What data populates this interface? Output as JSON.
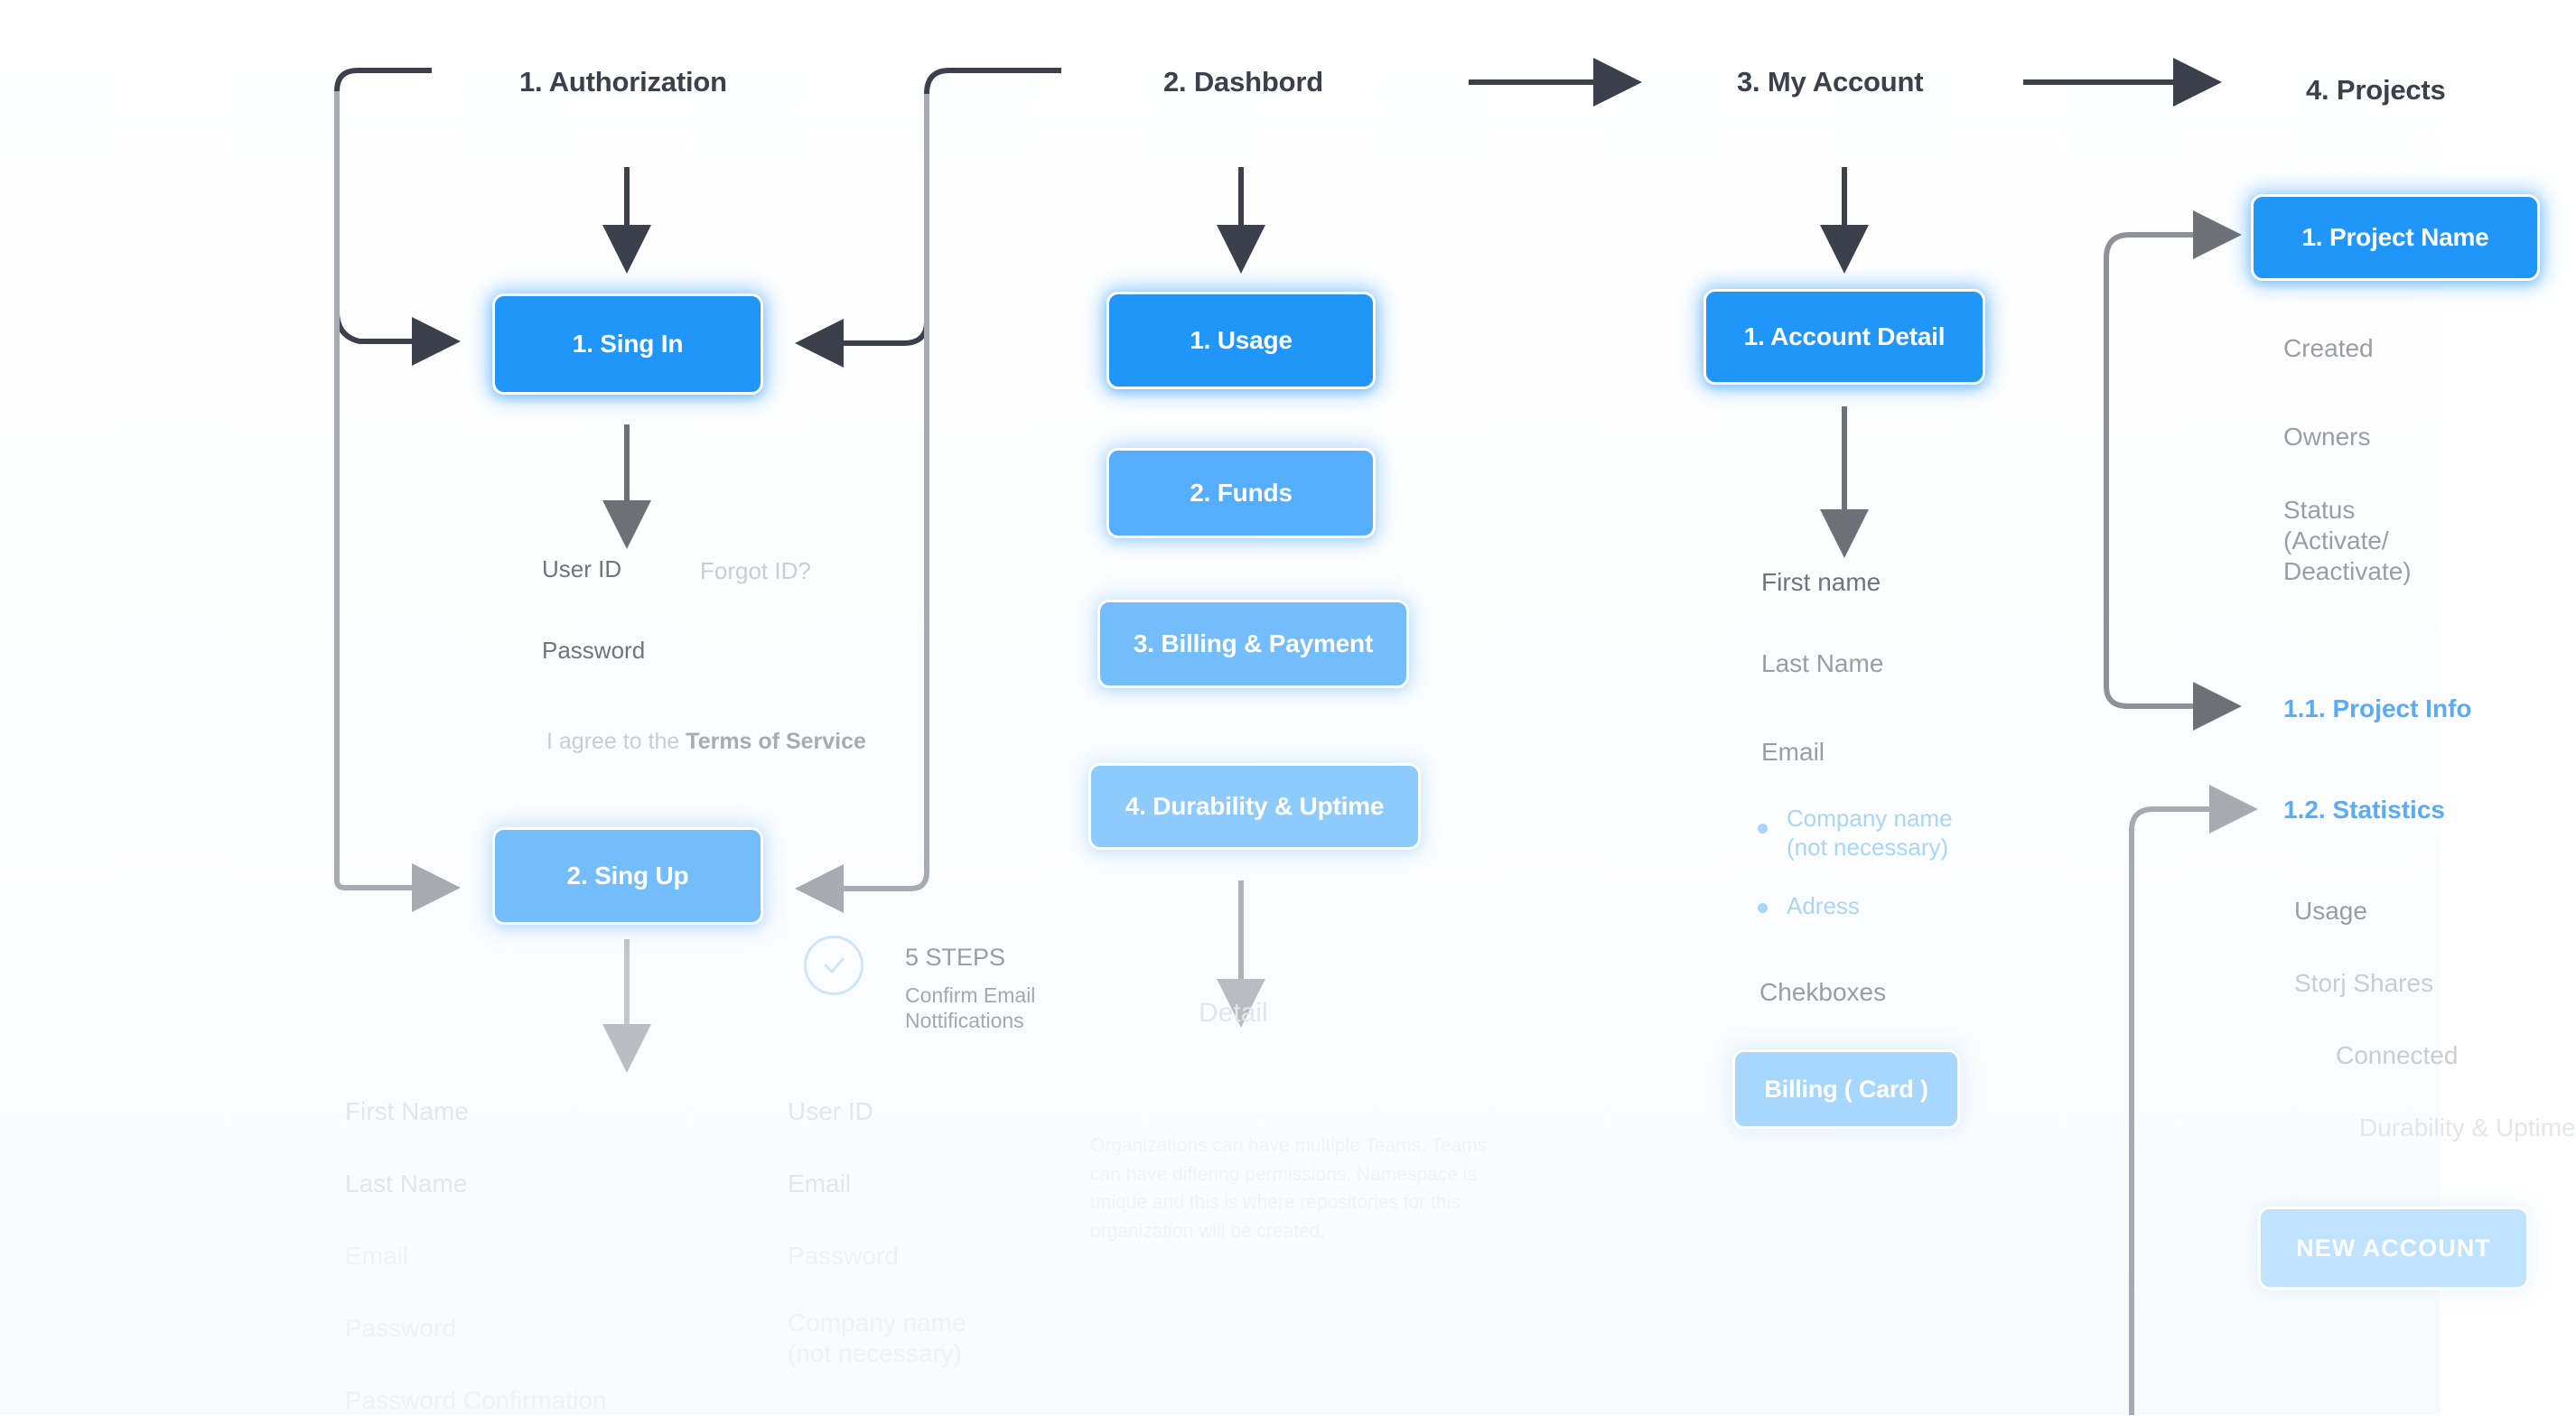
{
  "columns": [
    {
      "id": "authorization",
      "title": "1. Authorization",
      "nodes": [
        {
          "label": "1. Sing In"
        },
        {
          "label": "2. Sing Up"
        }
      ],
      "signin_fields": [
        {
          "label": "User ID"
        },
        {
          "label": "Password"
        }
      ],
      "forgot_link": "Forgot ID?",
      "terms_prefix": "I agree to the ",
      "terms_link": "Terms of Service",
      "signup_left_fields": [
        "First Name",
        "Last Name",
        "Email",
        "Password",
        "Password Confirmation"
      ],
      "signup_right_fields": [
        "User ID",
        "Email",
        "Password",
        "Company name\n(not necessary)"
      ],
      "steps": {
        "icon": "check-circle-icon",
        "title": "5 STEPS",
        "line1": "Confirm Email",
        "line2": "Nottifications"
      }
    },
    {
      "id": "dashboard",
      "title": "2. Dashbord",
      "nodes": [
        {
          "label": "1. Usage"
        },
        {
          "label": "2. Funds"
        },
        {
          "label": "3. Billing & Payment"
        },
        {
          "label": "4. Durability & Uptime"
        }
      ],
      "detail_label": "Detail",
      "detail_paragraph": "Organizations can have multiple Teams. Teams can have differing permissions. Namespace is unique and this is where repositories for this organization will be created."
    },
    {
      "id": "my-account",
      "title": "3. My Account",
      "nodes": [
        {
          "label": "1. Account Detail"
        },
        {
          "label": "Billing ( Card )"
        }
      ],
      "fields": [
        "First name",
        "Last Name",
        "Email"
      ],
      "optional_fields": [
        "Company name\n(not necessary)",
        "Adress"
      ],
      "checkboxes_label": "Chekboxes"
    },
    {
      "id": "projects",
      "title": "4. Projects",
      "nodes": [
        {
          "label": "1. Project Name"
        }
      ],
      "project_fields": [
        "Created",
        "Owners",
        "Status\n(Activate/\nDeactivate)"
      ],
      "links": [
        "1.1. Project Info",
        "1.2. Statistics"
      ],
      "stats_fields": [
        "Usage",
        "Storj Shares",
        "Connected",
        "Durability & Uptime"
      ],
      "cta_label": "NEW ACCOUNT"
    }
  ],
  "colors": {
    "accent": "#2196f9",
    "accent_2": "#55aefb",
    "accent_3": "#73bdfc",
    "accent_4": "#8ecbfd",
    "accent_5": "#a8d7fe",
    "arrow_dark": "#3b404c",
    "arrow_mid": "#6d7177",
    "arrow_light": "#a7abb1",
    "text_dark": "#3b404c",
    "text_muted": "#8c8f96"
  }
}
